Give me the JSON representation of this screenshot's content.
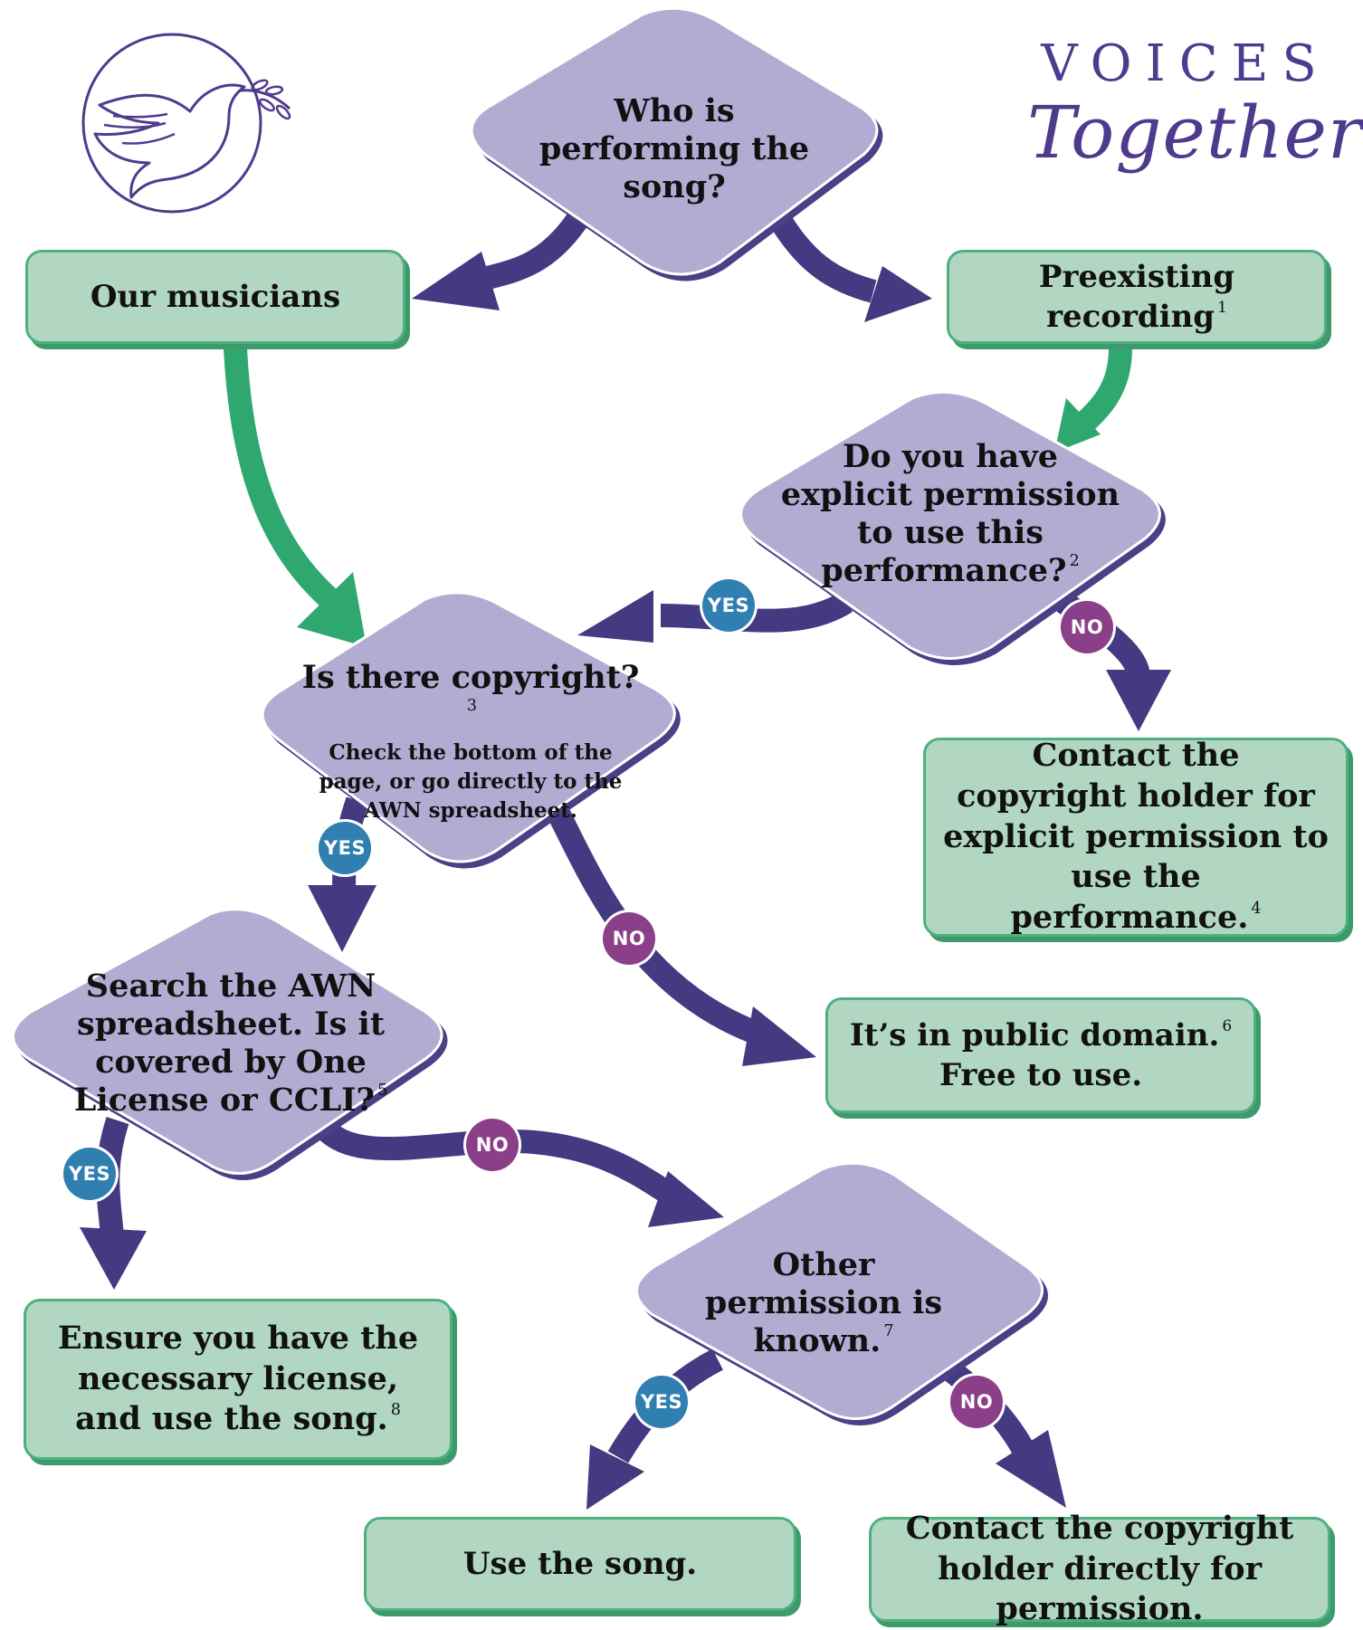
{
  "brand": {
    "line1": "VOICES",
    "line2": "Together",
    "logo": "dove-with-olive-branch",
    "colors": {
      "purple": "#4f3b8e",
      "diamond": "#b1acd2",
      "box": "#b1d6c1",
      "green_arrow": "#2fa870",
      "yes": "#2f7fb0",
      "no": "#8b3f88"
    }
  },
  "nodes": {
    "q_performer": {
      "text": "Who is performing the song?"
    },
    "our_musicians": {
      "text": "Our musicians"
    },
    "preexisting": {
      "text": "Preexisting recording",
      "note": "1"
    },
    "q_permission": {
      "text": "Do you have explicit permission to use this performance?",
      "note": "2"
    },
    "q_copyright": {
      "text": "Is there copyright?",
      "note": "3",
      "subtext": "Check the bottom of the page, or go directly to the AWN spreadsheet."
    },
    "contact_explicit": {
      "text": "Contact the copyright holder for explicit permission to use the performance.",
      "note": "4"
    },
    "q_search": {
      "text": "Search the AWN spreadsheet. Is it covered by One License or CCLI?",
      "note": "5"
    },
    "public_domain": {
      "line1": "It’s in public domain.",
      "note": "6",
      "line2": "Free to use."
    },
    "q_other": {
      "text": "Other permission is known.",
      "note": "7"
    },
    "ensure_license": {
      "text": "Ensure you have the necessary license, and use the song.",
      "note": "8"
    },
    "use_song": {
      "text": "Use the song."
    },
    "contact_direct": {
      "text": "Contact the copyright holder directly for permission."
    }
  },
  "labels": {
    "yes": "YES",
    "no": "NO"
  }
}
